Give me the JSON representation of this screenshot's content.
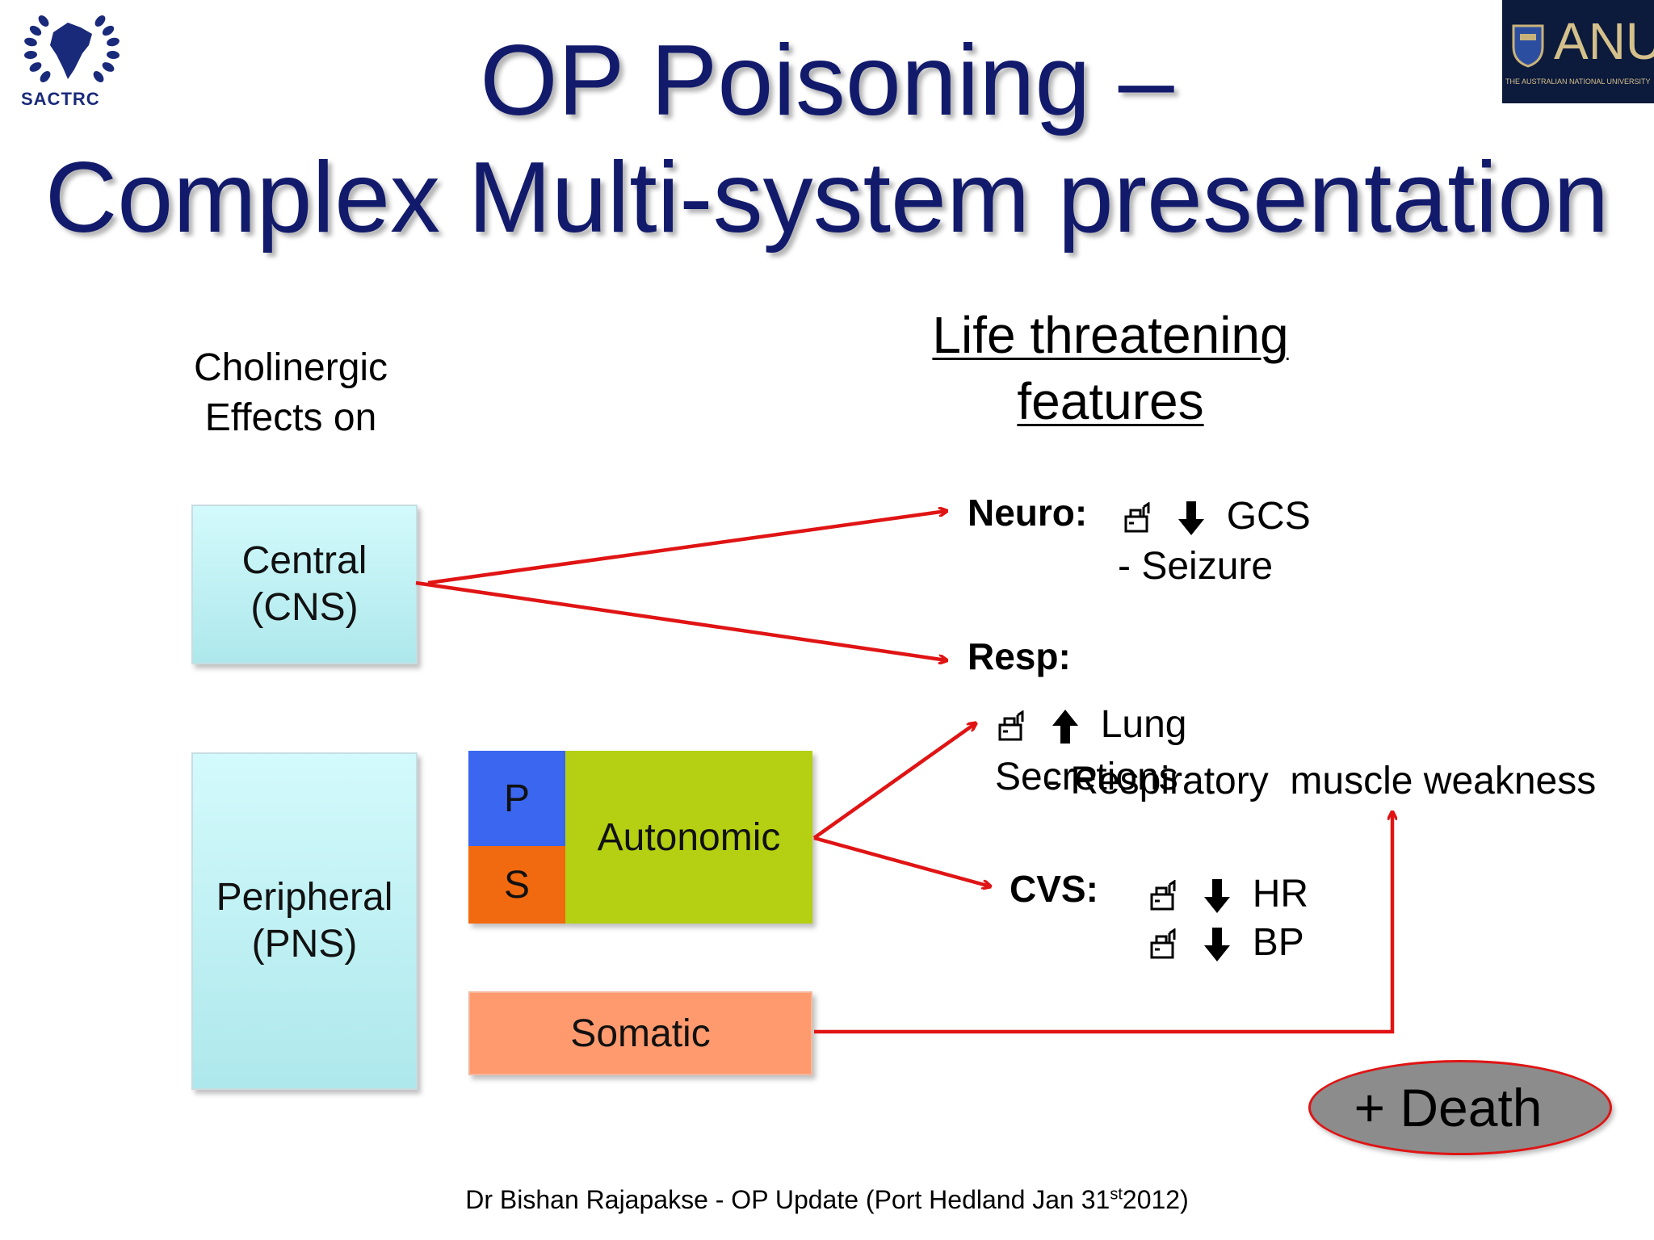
{
  "header": {
    "title_line1": "OP Poisoning –",
    "title_line2": "Complex Multi-system presentation",
    "logo_left_text": "SACTRC",
    "logo_right_text": "ANU",
    "logo_right_subtext": "THE AUSTRALIAN NATIONAL UNIVERSITY"
  },
  "left_heading": {
    "line1": "Cholinergic",
    "line2": "Effects on"
  },
  "right_heading": {
    "line1": "Life threatening",
    "line2": "features"
  },
  "boxes": {
    "central_line1": "Central",
    "central_line2": "(CNS)",
    "peripheral_line1": "Peripheral",
    "peripheral_line2": "(PNS)",
    "p": "P",
    "s": "S",
    "autonomic": "Autonomic",
    "somatic": "Somatic"
  },
  "features": {
    "neuro_label": "Neuro:",
    "neuro_gcs": "GCS",
    "neuro_seizure": "- Seizure",
    "resp_label": "Resp:",
    "resp_lung": "Lung",
    "resp_secretions": "Secretions",
    "resp_weakness": "- Respiratory  muscle weakness",
    "cvs_label": "CVS:",
    "cvs_hr": "HR",
    "cvs_bp": "BP"
  },
  "death_label": "+ Death",
  "footer": {
    "author": "Dr Bishan Rajapakse  - OP Update (Port Hedland Jan 31",
    "sup": "st",
    "year": "2012)"
  },
  "colors": {
    "title": "#121a6b",
    "arrow": "#e01414",
    "p_box": "#3a66f0",
    "s_box": "#f26a10",
    "autonomic_box": "#b5d012",
    "somatic_box": "#ff9a6e",
    "death_fill": "#8c8c8c"
  },
  "icons": [
    "sactrc-emblem-icon",
    "anu-crest-icon",
    "hand-pointing-icon",
    "arrow-down-icon",
    "arrow-up-icon"
  ]
}
